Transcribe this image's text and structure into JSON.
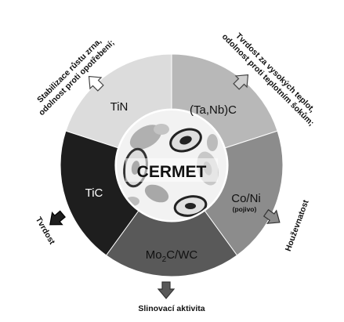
{
  "center": {
    "title": "CERMET"
  },
  "segments": [
    {
      "key": "tin",
      "label": "TiN",
      "color": "#dcdcdc",
      "text_color": "#111111"
    },
    {
      "key": "tanbc",
      "label": "(Ta,Nb)C",
      "color": "#b8b8b8",
      "text_color": "#111111"
    },
    {
      "key": "coni",
      "label": "Co/Ni",
      "sublabel": "(pojivo)",
      "color": "#8c8c8c",
      "text_color": "#111111"
    },
    {
      "key": "mo2c",
      "label_main": "Mo",
      "label_sub": "2",
      "label_tail": "C/WC",
      "color": "#595959",
      "text_color": "#111111"
    },
    {
      "key": "tic",
      "label": "TiC",
      "color": "#1e1e1e",
      "text_color": "#ffffff"
    }
  ],
  "properties": {
    "top_left": [
      "Stabilizace růstu zrna,",
      "odolnost proti opotřebení;"
    ],
    "top_right": [
      "Tvrdost za vysokých teplot,",
      "odolnost proti teplotním šokům;"
    ],
    "right": "Houževnatost",
    "bottom": "Slinovací aktivita",
    "left": "Tvrdost"
  }
}
